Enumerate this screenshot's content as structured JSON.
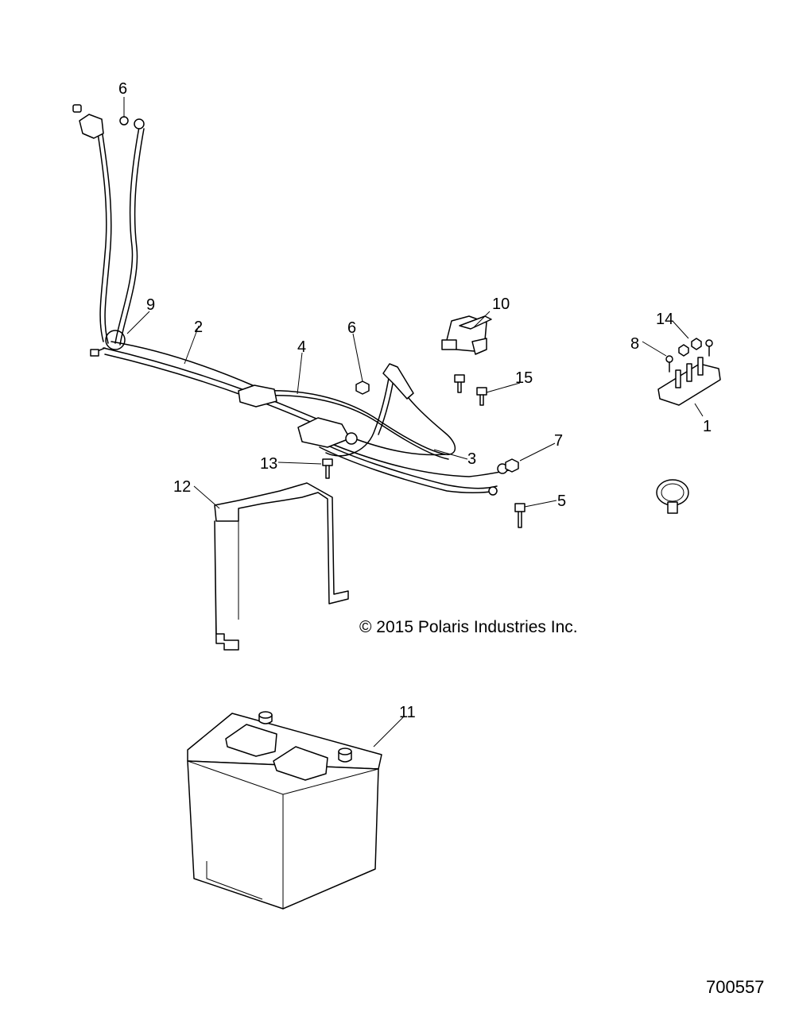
{
  "callouts": {
    "c1": "1",
    "c2": "2",
    "c3": "3",
    "c4": "4",
    "c5": "5",
    "c6a": "6",
    "c6b": "6",
    "c7": "7",
    "c8": "8",
    "c9": "9",
    "c10": "10",
    "c11": "11",
    "c12": "12",
    "c13": "13",
    "c14": "14",
    "c15": "15"
  },
  "copyright": "© 2015 Polaris Industries Inc.",
  "figure_number": "700557"
}
